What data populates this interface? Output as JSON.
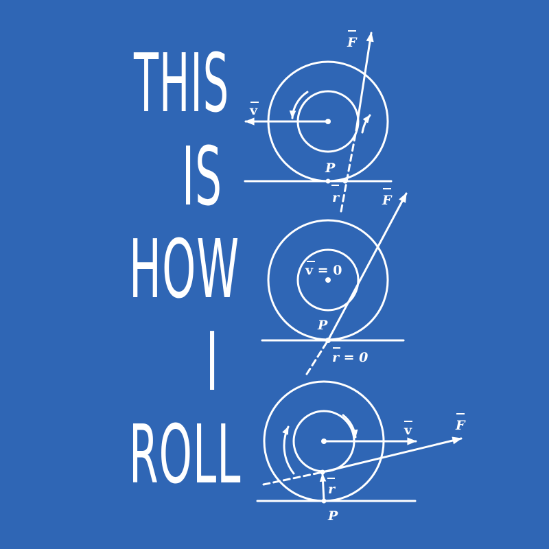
{
  "title_words": [
    "THIS",
    "IS",
    "HOW",
    "I",
    "ROLL"
  ],
  "colors": {
    "background": "#2f66b5",
    "ink": "#ffffff"
  },
  "diagrams": [
    {
      "labels": {
        "force": "F",
        "velocity": "v",
        "contact": "P",
        "radius": "r"
      }
    },
    {
      "labels": {
        "force": "F",
        "velocity_eq": "v = 0",
        "contact": "P",
        "radius_eq": "r = 0"
      }
    },
    {
      "labels": {
        "force": "F",
        "velocity": "v",
        "contact": "P",
        "radius": "r"
      }
    }
  ]
}
